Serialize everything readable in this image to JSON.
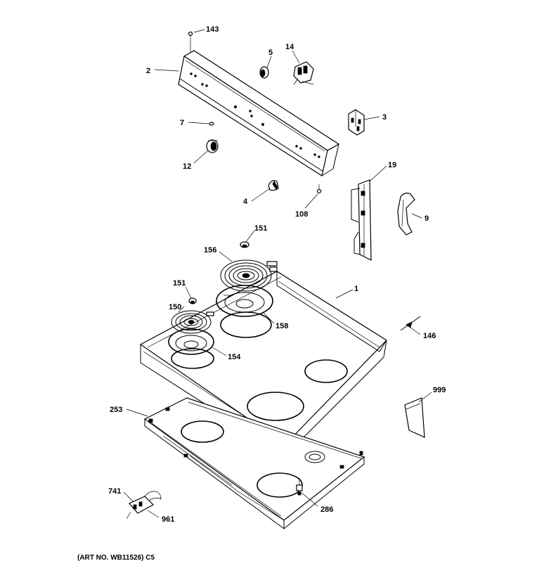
{
  "callouts": {
    "c143": "143",
    "c2": "2",
    "c5": "5",
    "c14": "14",
    "c3": "3",
    "c7": "7",
    "c12": "12",
    "c19": "19",
    "c4": "4",
    "c108": "108",
    "c9": "9",
    "c151a": "151",
    "c156": "156",
    "c151b": "151",
    "c1": "1",
    "c150": "150",
    "c158": "158",
    "c146": "146",
    "c154": "154",
    "c999": "999",
    "c253": "253",
    "c741": "741",
    "c961": "961",
    "c286": "286"
  },
  "art_number": "(ART NO. WB11526) C5"
}
